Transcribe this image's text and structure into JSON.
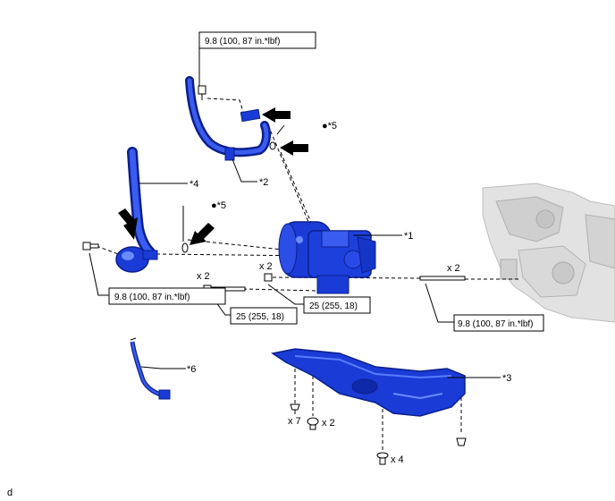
{
  "colors": {
    "part_blue": "#1a3bd6",
    "part_blue_dark": "#0b1f8c",
    "part_blue_light": "#5a7cff",
    "engine_gray": "#d6d6d6",
    "arrow": "#000000"
  },
  "torque_boxes": [
    "9.8 (100, 87 in.*lbf)",
    "9.8 (100, 87 in.*lbf)",
    "25 (255, 18)",
    "25 (255, 18)",
    "9.8 (100, 87 in.*lbf)"
  ],
  "callouts": {
    "c1": "*1",
    "c2": "*2",
    "c3": "*3",
    "c4": "*4",
    "c5a": "●*5",
    "c5b": "●*5",
    "c6": "*6"
  },
  "quantities": {
    "q_bolt_left": "x 2",
    "q_bolt_mid": "x 2",
    "q_stud_right": "x 2",
    "q_clip_a": "x 7",
    "q_clip_b": "x 2",
    "q_clip_c": "x 4"
  },
  "corner_mark": "d",
  "icons": [
    "insertion-arrow-icon",
    "o-ring-icon",
    "bolt-icon",
    "clip-icon",
    "stud-bolt-icon"
  ]
}
